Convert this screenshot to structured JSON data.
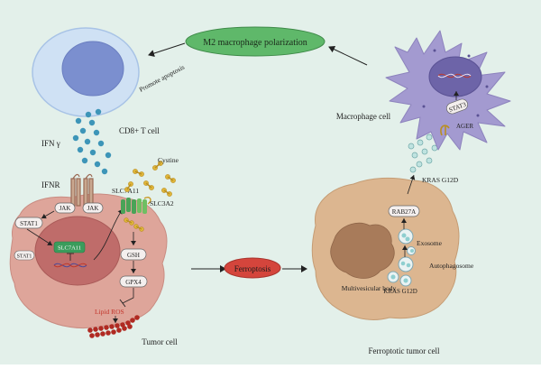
{
  "labels": {
    "m2_polarization": "M2 macrophage polarization",
    "promote_apoptosis": "Promote apoptosis",
    "cd8_t_cell": "CD8+ T cell",
    "ifn_gamma": "IFN γ",
    "ifnr": "IFNR",
    "jak_left": "JAK",
    "jak_right": "JAK",
    "stat1_cytoplasm": "STAT1",
    "stat1_nucleus": "STAT1",
    "slc7a11_nucleus": "SLC7A11",
    "slc7a11_membrane": "SLC7A11",
    "slc3a2": "SLC3A2",
    "cystine": "Cystine",
    "gsh": "GSH",
    "gpx4": "GPX4",
    "lipid_ros": "Lipid ROS",
    "tumor_cell": "Tumor cell",
    "ferroptosis": "Ferroptosis",
    "ferroptotic_tumor_cell": "Ferroptotic tumor cell",
    "rab27a": "RAB27A",
    "exosome": "Exosome",
    "multivesicular_body": "Multivesicular body",
    "autophagosome": "Autophagosome",
    "kras_g12d_inside": "KRAS G12D",
    "kras_g12d_released": "KRAS G12D",
    "macrophage_cell": "Macrophage cell",
    "stat3": "STAT3",
    "ager": "AGER"
  },
  "colors": {
    "background": "#e3f0ea",
    "ellipse_green": "#5fb86a",
    "ferroptosis_red": "#d4453c",
    "tumor_pink": "#dea59a",
    "nucleus_red": "#bf6c6a",
    "ferroptotic_tan": "#dcb690",
    "macrophage_purple": "#a39ad0",
    "t_cell_blue": "#9ab9e6",
    "ifn_dot": "#3d95b8",
    "cystine_yellow": "#e0b63a",
    "lipid_ros_red": "#c23329"
  }
}
